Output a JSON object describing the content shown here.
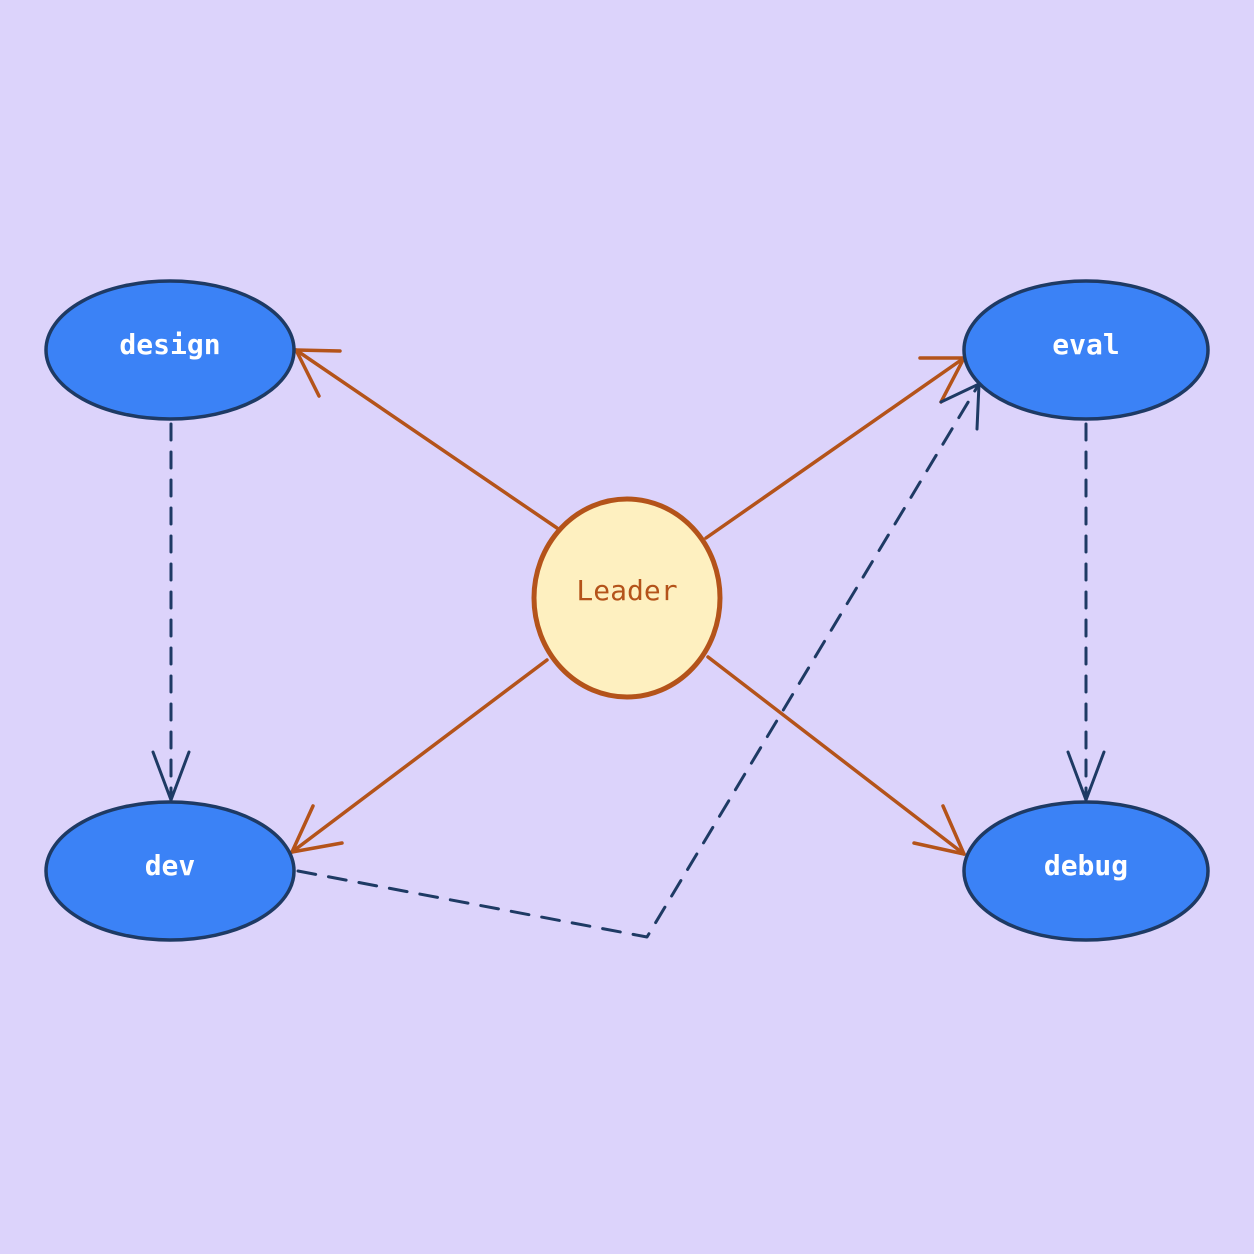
{
  "diagram": {
    "background": "#dcd3fb",
    "leader": {
      "id": "leader",
      "label": "Leader",
      "fill": "#fef0c0",
      "stroke": "#b4531a",
      "text_color": "#b4531a"
    },
    "workers": [
      {
        "id": "design",
        "label": "design"
      },
      {
        "id": "eval",
        "label": "eval"
      },
      {
        "id": "dev",
        "label": "dev"
      },
      {
        "id": "debug",
        "label": "debug"
      }
    ],
    "worker_style": {
      "fill": "#3b82f6",
      "stroke": "#1e3a64",
      "text_color": "#ffffff"
    },
    "edges": [
      {
        "from": "leader",
        "to": "design",
        "style": "solid",
        "color": "#b4531a"
      },
      {
        "from": "leader",
        "to": "eval",
        "style": "solid",
        "color": "#b4531a"
      },
      {
        "from": "leader",
        "to": "dev",
        "style": "solid",
        "color": "#b4531a"
      },
      {
        "from": "leader",
        "to": "debug",
        "style": "solid",
        "color": "#b4531a"
      },
      {
        "from": "design",
        "to": "dev",
        "style": "dashed",
        "color": "#1e3a64"
      },
      {
        "from": "eval",
        "to": "debug",
        "style": "dashed",
        "color": "#1e3a64"
      },
      {
        "from": "dev",
        "to": "eval",
        "style": "dashed",
        "color": "#1e3a64"
      }
    ]
  }
}
